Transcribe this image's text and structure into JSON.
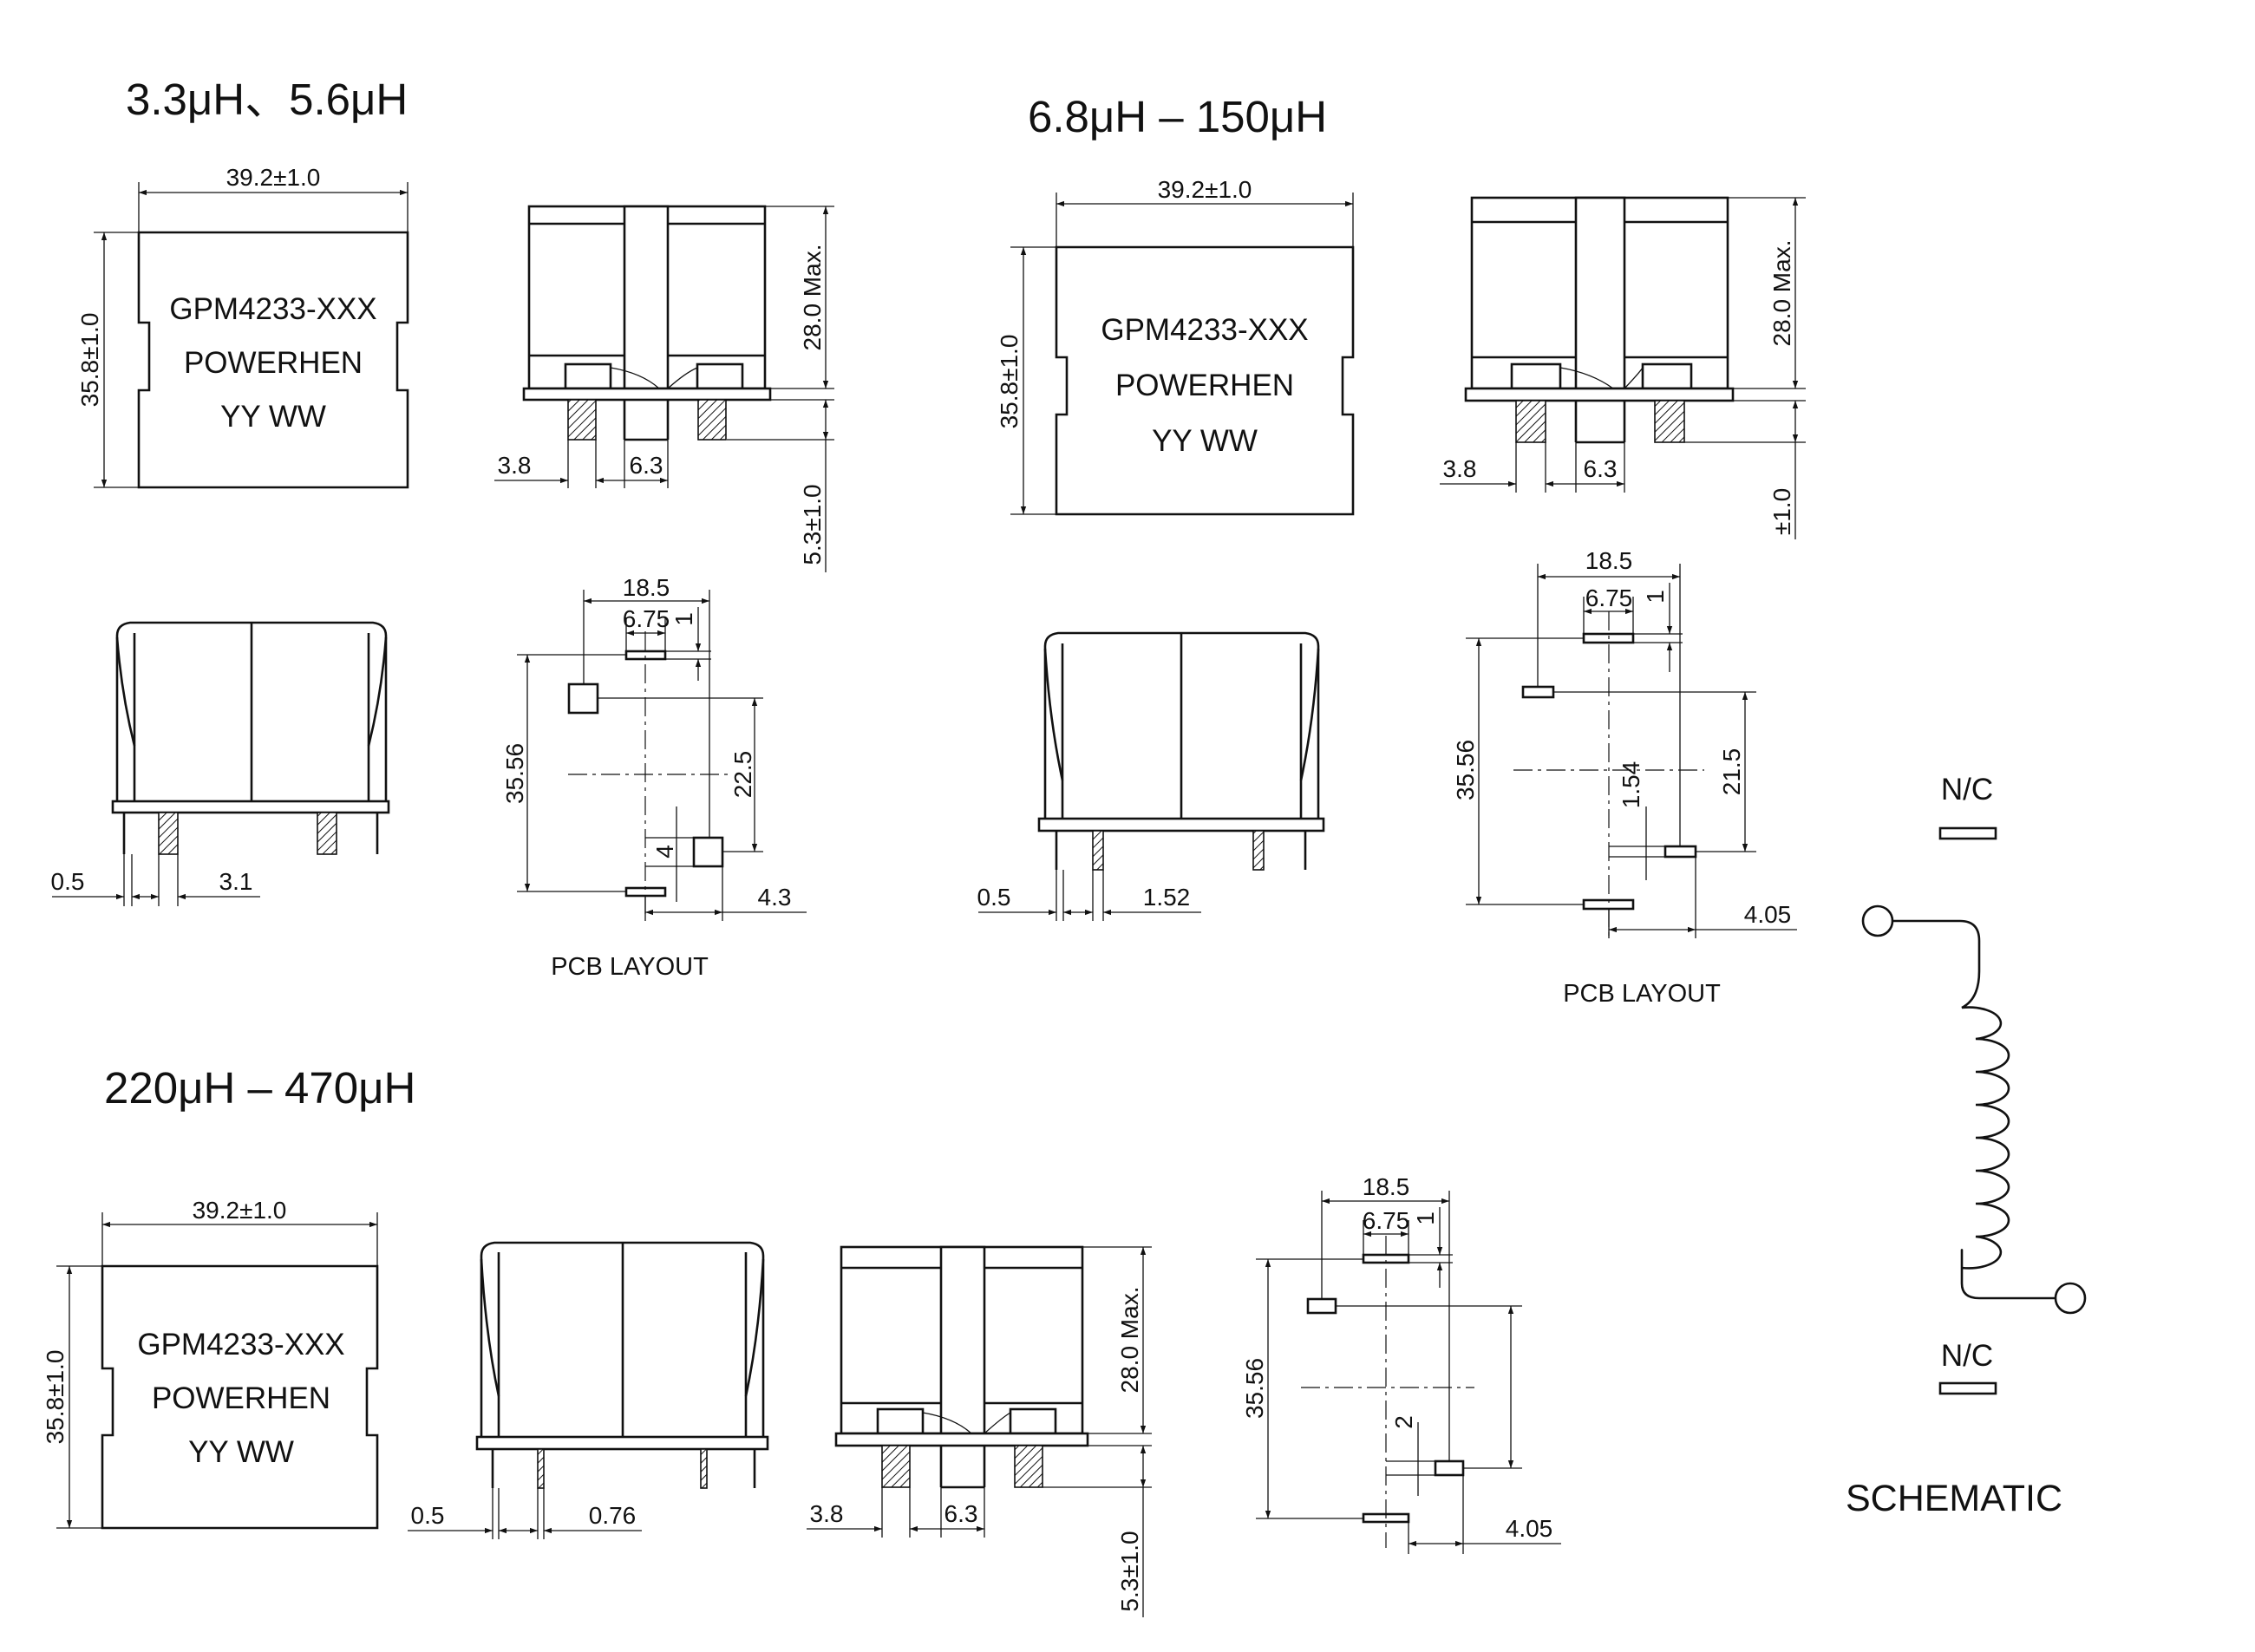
{
  "headings": {
    "group1": "3.3μH、5.6μH",
    "group2": "6.8μH – 150μH",
    "group3": "220μH – 470μH"
  },
  "marking": {
    "line1": "GPM4233-XXX",
    "line2": "POWERHEN",
    "line3": "YY WW"
  },
  "dimensions": {
    "width": "39.2±1.0",
    "height": "35.8±1.0",
    "max_height": "28.0 Max.",
    "standoff": "5.3±1.0",
    "standoff_partial": "±1.0",
    "pin_offset": "3.8",
    "pin_spacing": "6.3",
    "pin_thickness": "0.5",
    "pin_width_g1": "3.1",
    "pin_width_g2": "1.52",
    "pin_width_g3": "0.76",
    "pcb_width": "18.5",
    "pcb_pad_spacing": "6.75",
    "pcb_pad_size": "1",
    "pcb_height": "35.56",
    "pcb_inner_g1": "22.5",
    "pcb_inner_g2": "21.5",
    "pcb_pad_gap_g1": "4",
    "pcb_pad_gap_g2": "1.54",
    "pcb_pad_gap_g3": "2",
    "pcb_offset_g1": "4.3",
    "pcb_offset_g2": "4.05"
  },
  "labels": {
    "pcb_layout": "PCB LAYOUT",
    "nc": "N/C",
    "schematic": "SCHEMATIC"
  }
}
